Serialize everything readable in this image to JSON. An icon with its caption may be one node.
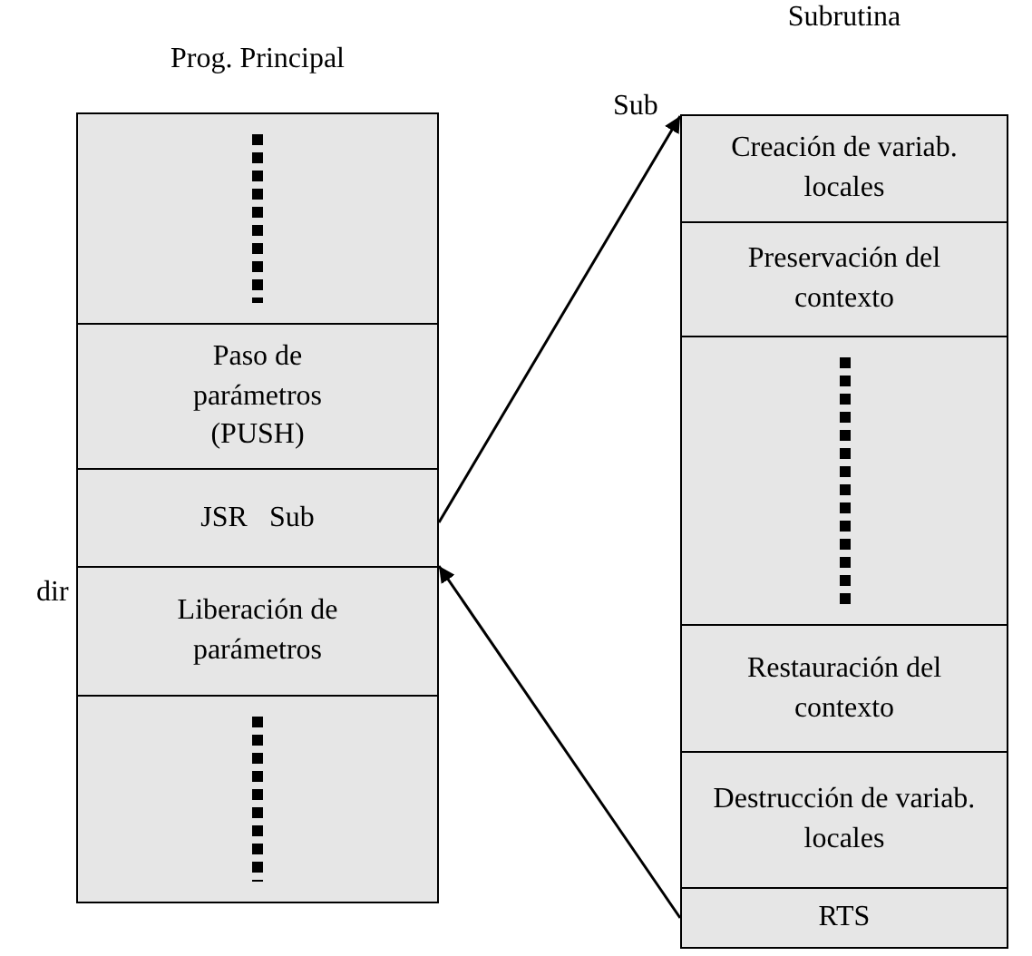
{
  "diagram": {
    "nodes": [
      {
        "text": [
          "Prog. Principal"
        ]
      },
      {
        "text": [],
        "shape": "box",
        "in": 0
      },
      {
        "text": [
          "Paso de parámetros (PUSH)"
        ],
        "in": 0
      },
      {
        "text": [
          "JSR   Sub"
        ],
        "in": 0
      },
      {
        "text": [
          "Liberación de parámetros"
        ],
        "in": 0
      },
      {
        "text": [],
        "shape": "box",
        "in": 0
      },
      {
        "text": [
          "Subrutina"
        ]
      },
      {
        "text": [
          "Creación de variab. locales"
        ],
        "in": 6
      },
      {
        "text": [
          "Preservación del contexto"
        ],
        "in": 6
      },
      {
        "text": [],
        "shape": "box",
        "in": 6
      },
      {
        "text": [
          "Restauración del contexto"
        ],
        "in": 6
      },
      {
        "text": [
          "Destrucción de variab. locales"
        ],
        "in": 6
      },
      {
        "text": [
          "RTS"
        ],
        "in": 6
      }
    ],
    "edges": [
      {
        "from": 3,
        "to": 7,
        "arrow": "to"
      },
      {
        "from": 12,
        "to": 4,
        "arrow": "to"
      }
    ],
    "labels": [
      "dir",
      "Sub"
    ]
  }
}
